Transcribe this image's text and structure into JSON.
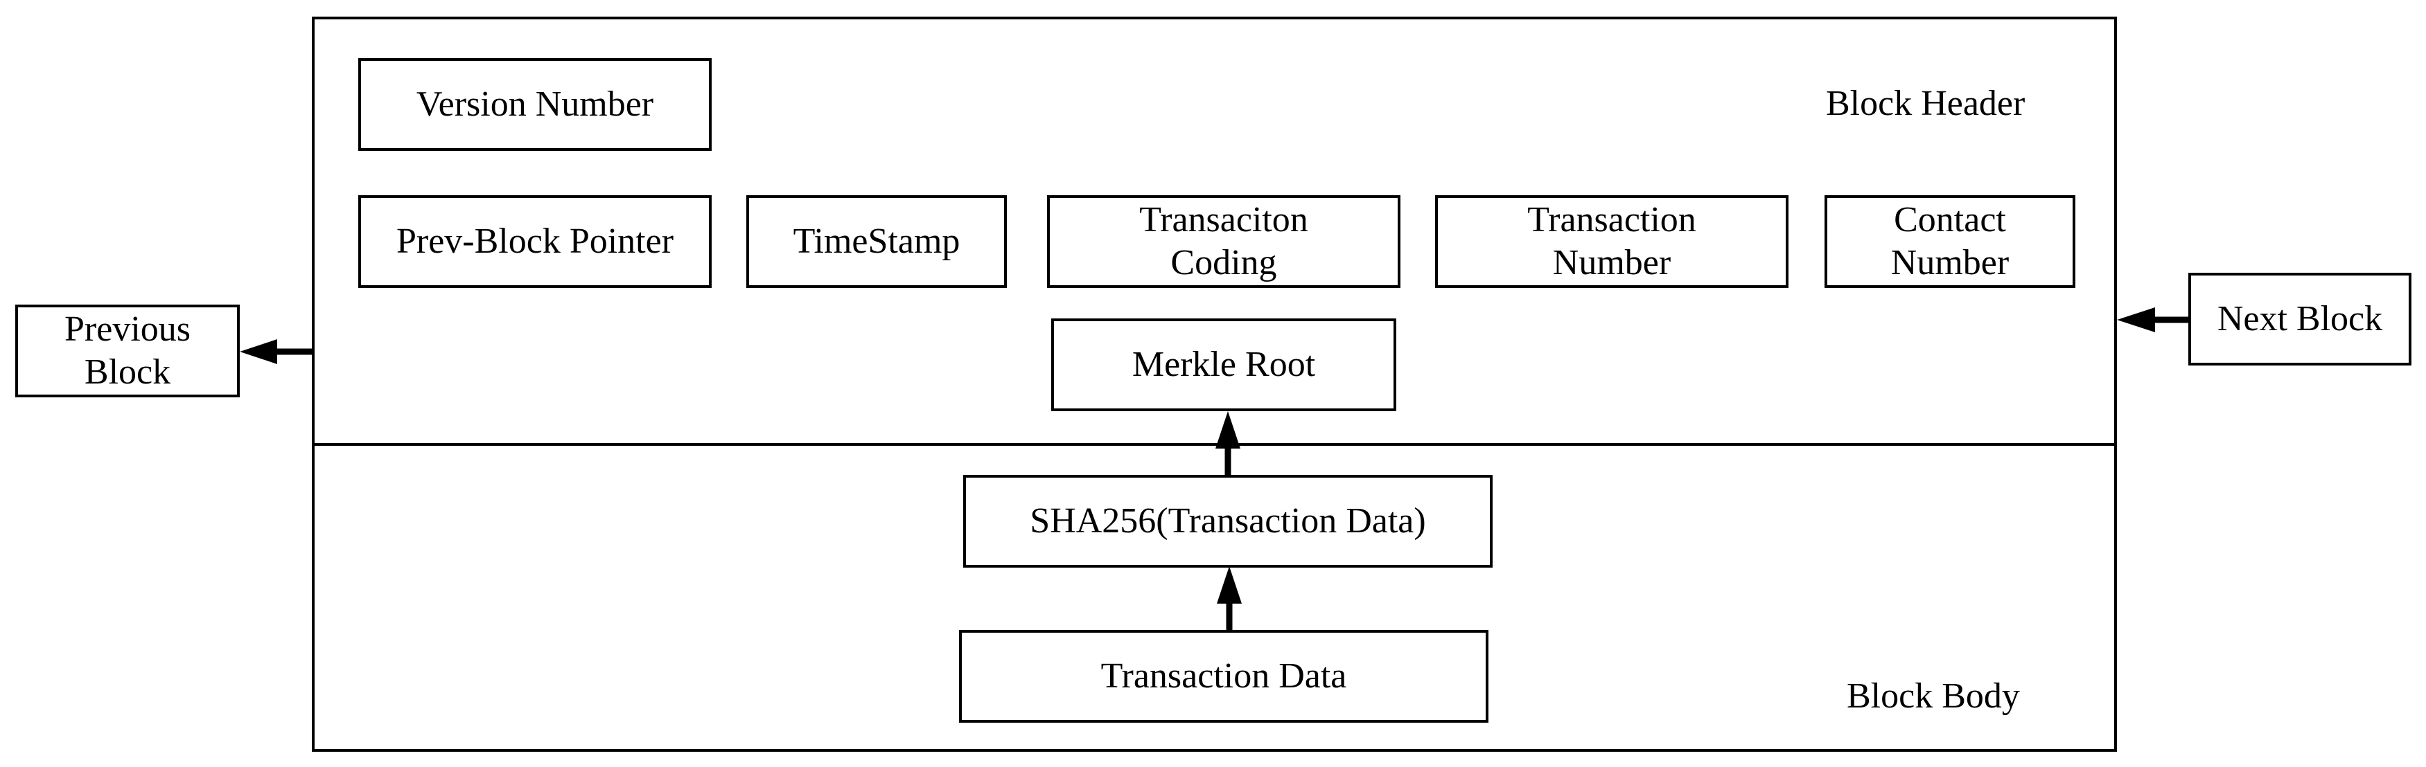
{
  "header": {
    "label": "Block Header",
    "version": "Version Number",
    "prev_pointer": "Prev-Block Pointer",
    "timestamp": "TimeStamp",
    "tx_coding": "Transaciton\nCoding",
    "tx_number": "Transaction\nNumber",
    "contact_number": "Contact\nNumber",
    "merkle_root": "Merkle Root"
  },
  "body": {
    "label": "Block Body",
    "sha": "SHA256(Transaction Data)",
    "tx_data": "Transaction Data"
  },
  "previous_block": "Previous\nBlock",
  "next_block": "Next Block"
}
